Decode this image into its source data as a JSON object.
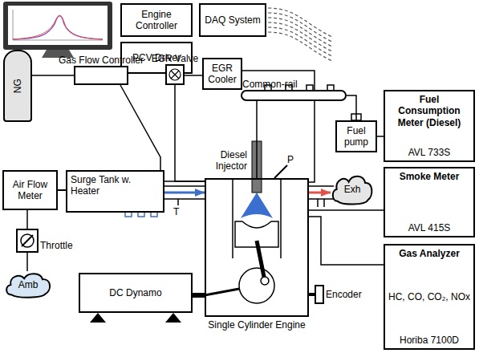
{
  "diagram": {
    "nodes": [
      {
        "text": [
          "Engine Controller"
        ]
      },
      {
        "text": [
          "PCV Driver"
        ]
      },
      {
        "text": [
          "DAQ System"
        ]
      },
      {
        "text": [
          "NG"
        ]
      },
      {
        "text": [
          "Gas Flow Controller"
        ]
      },
      {
        "text": [
          "EGR Valve"
        ]
      },
      {
        "text": [
          "EGR Cooler"
        ]
      },
      {
        "text": [
          "Common-rail"
        ]
      },
      {
        "text": [
          "Fuel pump"
        ]
      },
      {
        "text": [
          "Fuel Consumption Meter (Diesel)",
          "AVL 733S"
        ]
      },
      {
        "text": [
          "Air Flow Meter"
        ]
      },
      {
        "text": [
          "Surge Tank w. Heater"
        ]
      },
      {
        "text": [
          "Single Cylinder Engine"
        ]
      },
      {
        "text": [
          "Exh"
        ]
      },
      {
        "text": [
          "Smoke Meter",
          "AVL 415S"
        ]
      },
      {
        "text": [
          "Gas Analyzer",
          "HC, CO, CO₂, NOx",
          "Horiba 7100D"
        ]
      },
      {
        "text": [
          "DC Dynamo"
        ]
      },
      {
        "text": [
          "Encoder"
        ]
      },
      {
        "text": [
          "Throttle"
        ]
      },
      {
        "text": [
          "Amb"
        ]
      }
    ],
    "edges": [
      {
        "from": 3,
        "to": 4,
        "arrow": "none"
      },
      {
        "from": 4,
        "to": 12,
        "arrow": "none"
      },
      {
        "from": 5,
        "to": 12,
        "arrow": "none"
      },
      {
        "from": 6,
        "to": 5,
        "arrow": "none"
      },
      {
        "from": 12,
        "to": 6,
        "arrow": "none"
      },
      {
        "from": 9,
        "to": 8,
        "arrow": "none"
      },
      {
        "from": 8,
        "to": 7,
        "arrow": "none"
      },
      {
        "from": 7,
        "to": 12,
        "arrow": "none"
      },
      {
        "from": 10,
        "to": 11,
        "arrow": "none"
      },
      {
        "from": 11,
        "to": 12,
        "arrow": "to"
      },
      {
        "from": 12,
        "to": 13,
        "arrow": "to"
      },
      {
        "from": 12,
        "to": 14,
        "arrow": "none"
      },
      {
        "from": 12,
        "to": 15,
        "arrow": "none"
      },
      {
        "from": 16,
        "to": 12,
        "arrow": "none"
      },
      {
        "from": 17,
        "to": 12,
        "arrow": "none"
      },
      {
        "from": 10,
        "to": 18,
        "arrow": "none"
      },
      {
        "from": 18,
        "to": 19,
        "arrow": "none"
      }
    ],
    "labels": [
      "Diesel Injector",
      "P",
      "T"
    ]
  }
}
